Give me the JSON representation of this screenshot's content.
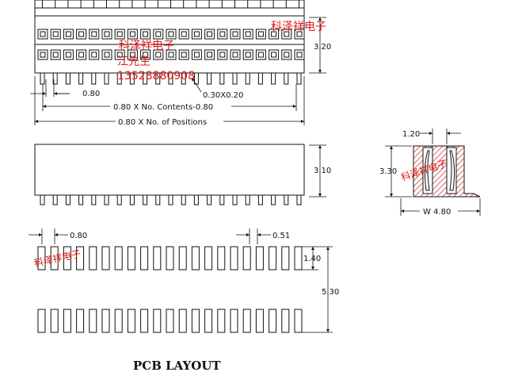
{
  "top_view": {
    "pitch": "0.80",
    "pin_size": "0.30X0.20",
    "contents_formula": "0.80 X No. Contents-0.80",
    "positions_formula": "0.80 X No. of Positions",
    "height": "3.20"
  },
  "side_view": {
    "height": "3.10"
  },
  "cross_section": {
    "top_width": "1.20",
    "height": "3.30",
    "width": "W 4.80"
  },
  "pcb_layout": {
    "title": "PCB LAYOUT",
    "pitch": "0.80",
    "pad_width": "0.51",
    "pad_length": "1.40",
    "row_span": "5.30"
  },
  "watermarks": {
    "company": "科泽祥电子",
    "contact": "江先生",
    "phone": "13528880908"
  },
  "colors": {
    "line": "#111111",
    "watermark": "#e01818"
  }
}
